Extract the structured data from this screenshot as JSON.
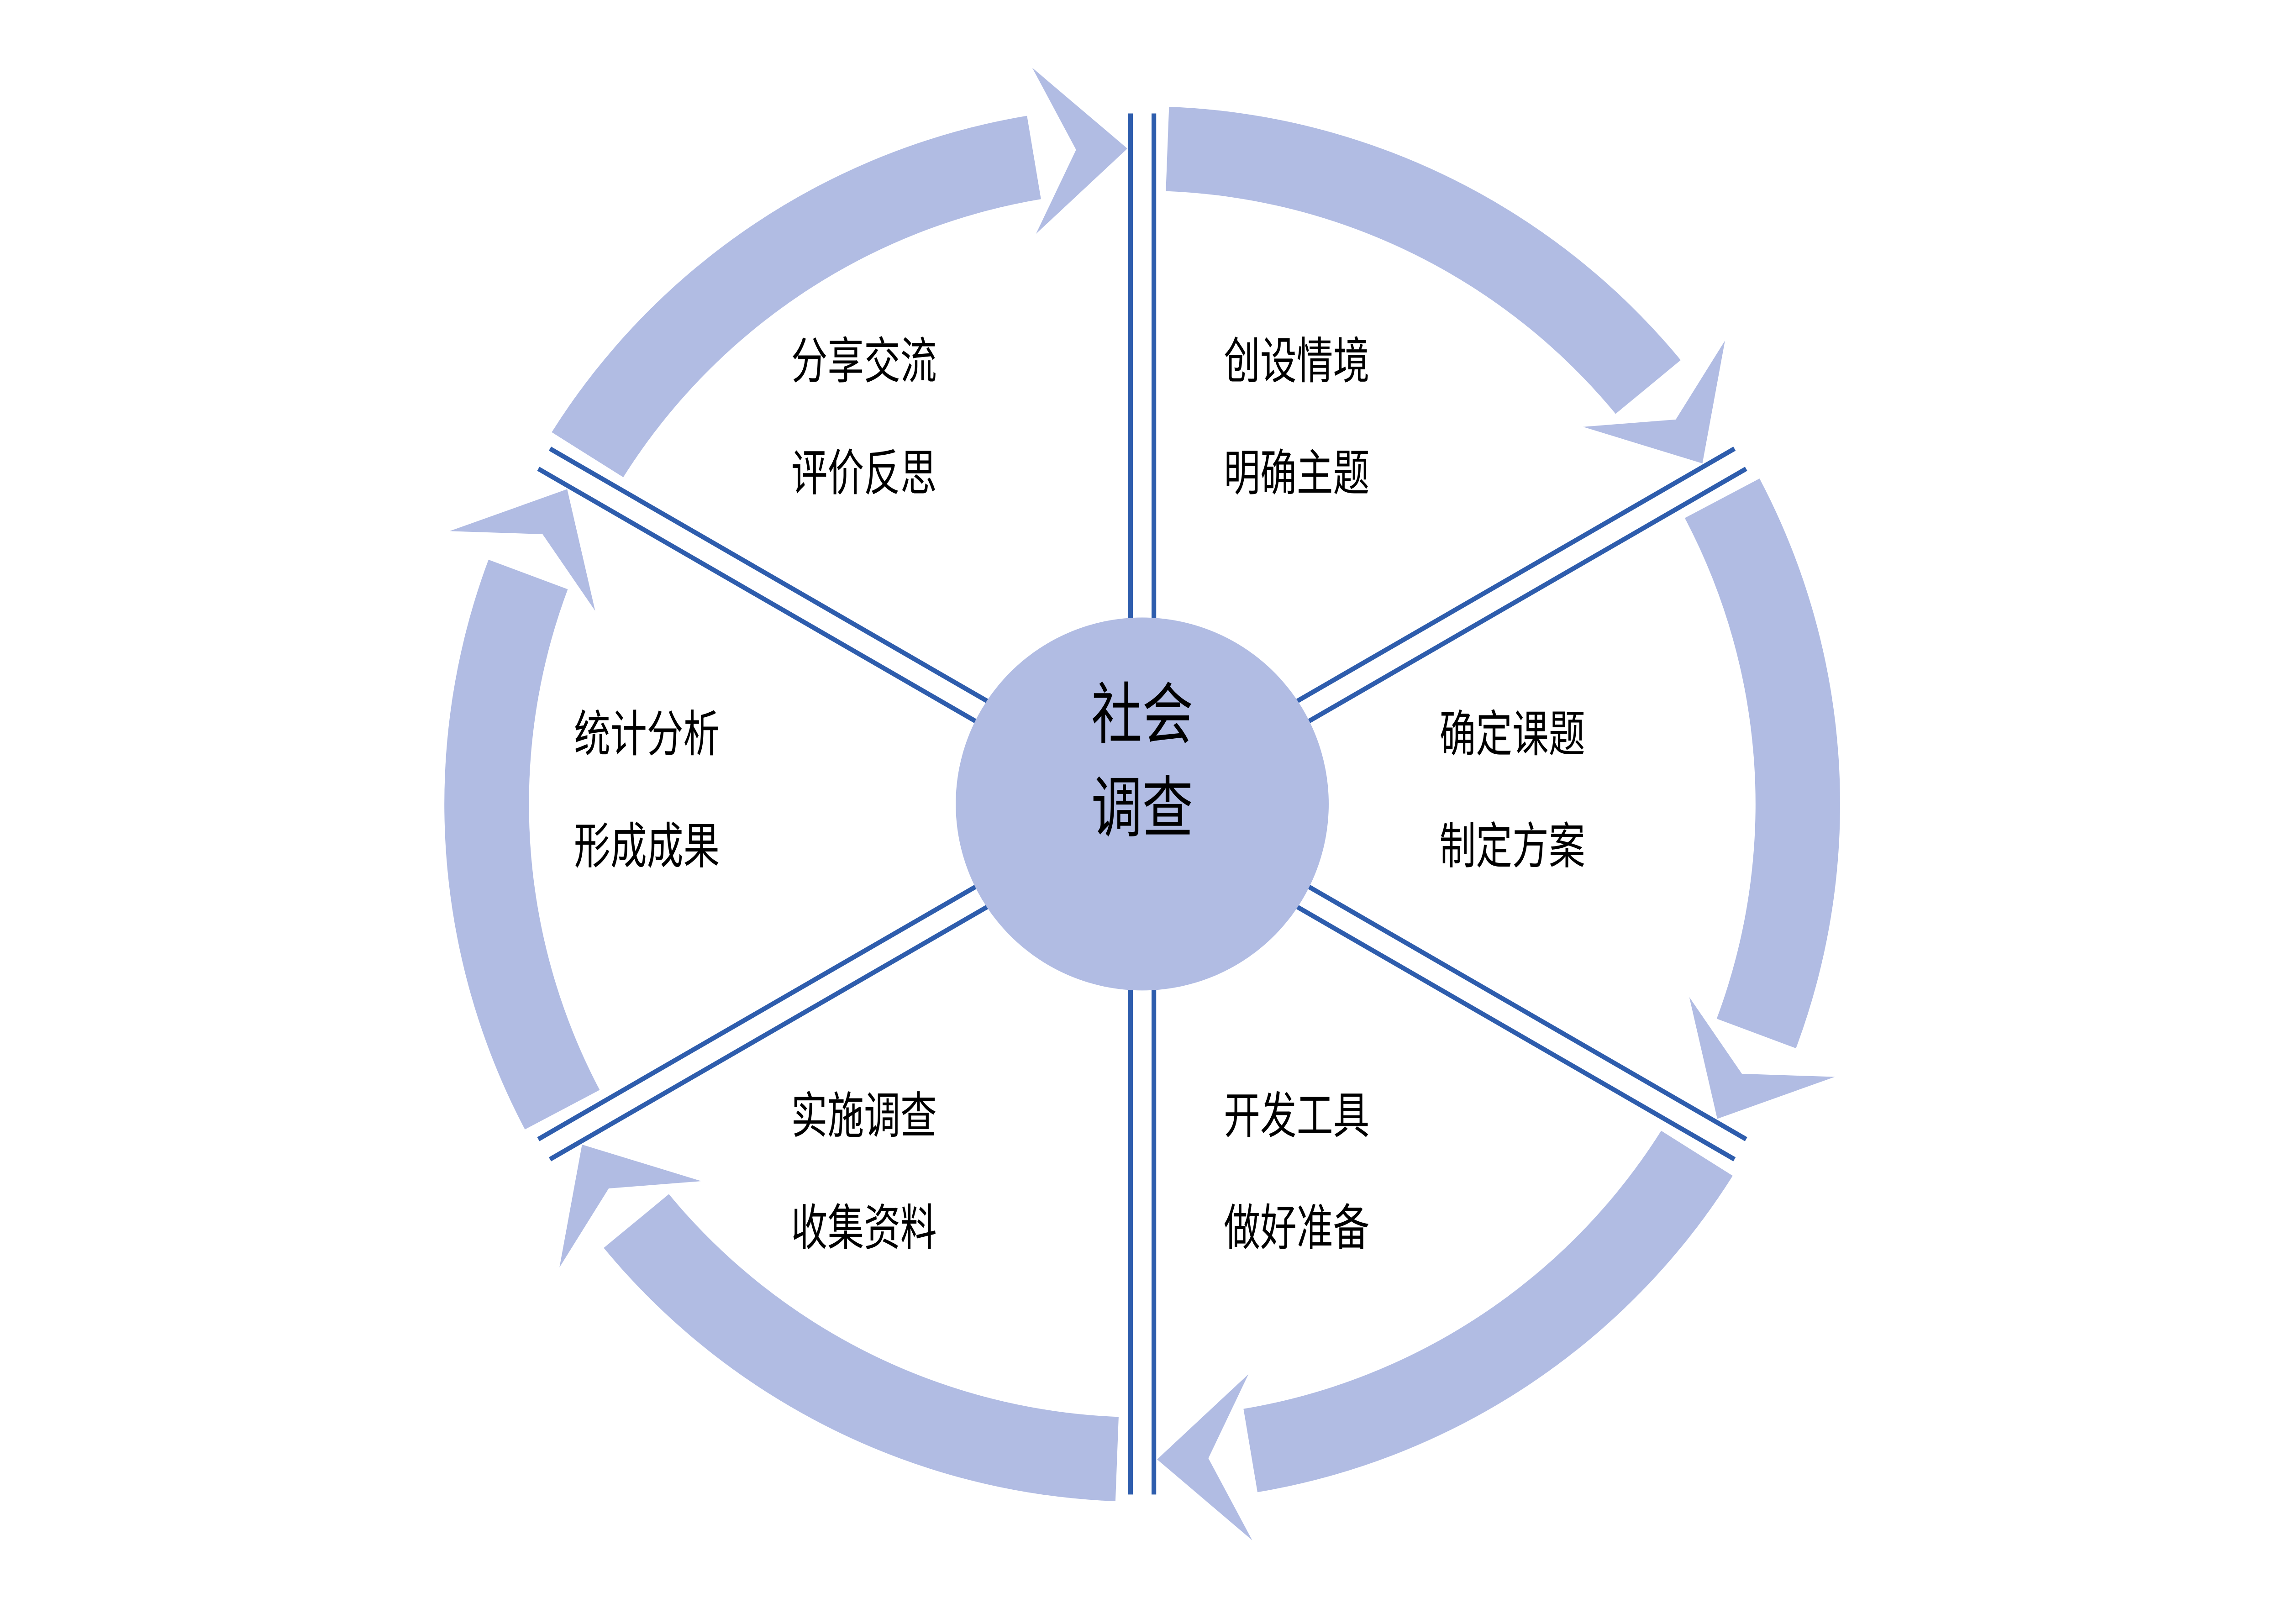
{
  "diagram": {
    "type": "cycle",
    "flow": "clockwise",
    "center": {
      "line1": "社会",
      "line2": "调查"
    },
    "segments": [
      {
        "id": "create-context",
        "position": "top-right",
        "line1": "创设情境",
        "line2": "明确主题"
      },
      {
        "id": "define-topic",
        "position": "right",
        "line1": "确定课题",
        "line2": "制定方案"
      },
      {
        "id": "develop-tools",
        "position": "bottom-right",
        "line1": "开发工具",
        "line2": "做好准备"
      },
      {
        "id": "implement-survey",
        "position": "bottom-left",
        "line1": "实施调查",
        "line2": "收集资料"
      },
      {
        "id": "analyze-results",
        "position": "left",
        "line1": "统计分析",
        "line2": "形成成果"
      },
      {
        "id": "share-reflect",
        "position": "top-left",
        "line1": "分享交流",
        "line2": "评价反思"
      }
    ],
    "colors": {
      "shape_fill": "#b1bce3",
      "spoke_stroke": "#2e5dad",
      "text": "#000000",
      "background": "#ffffff"
    }
  }
}
